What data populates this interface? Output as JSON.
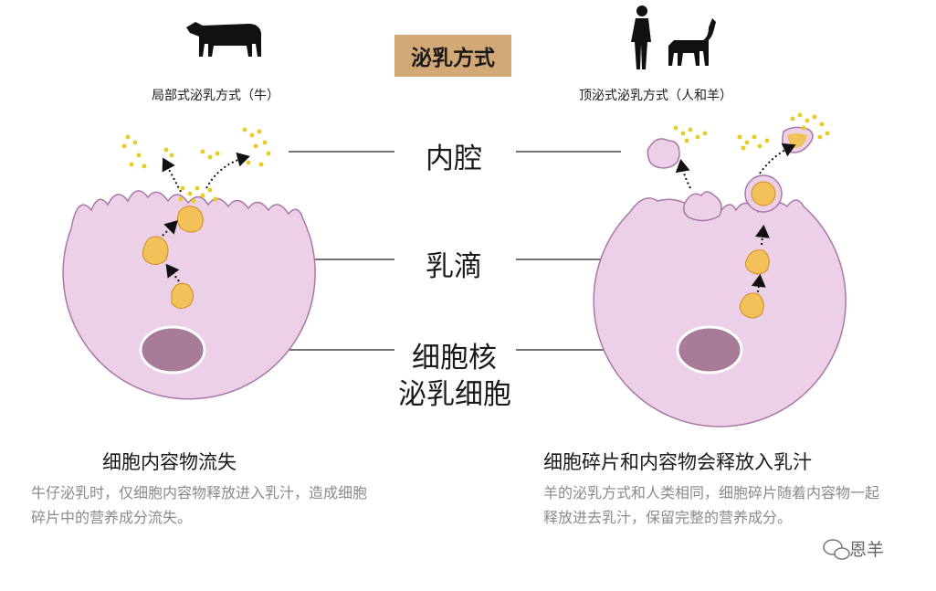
{
  "title": "泌乳方式",
  "left_method": "局部式泌乳方式（牛）",
  "right_method": "顶泌式泌乳方式（人和羊）",
  "labels": {
    "lumen": "内腔",
    "droplet": "乳滴",
    "nucleus": "细胞核",
    "secretory_cell": "泌乳细胞"
  },
  "left_heading": "细胞内容物流失",
  "left_desc": "牛仔泌乳时，仅细胞内容物释放进入乳汁，造成细胞碎片中的营养成分流失。",
  "right_heading": "细胞碎片和内容物会释放入乳汁",
  "right_desc": "羊的泌乳方式和人类相同，细胞碎片随着内容物一起释放进去乳汁，保留完整的营养成分。",
  "watermark": "恩羊",
  "colors": {
    "cell_fill": "#ebd0e8",
    "cell_stroke": "#a978a6",
    "nucleus": "#a87b98",
    "droplet": "#f3c15a",
    "title_bg": "#d3a877"
  },
  "icons": [
    "cow-icon",
    "person-icon",
    "goat-icon",
    "wechat-icon"
  ]
}
